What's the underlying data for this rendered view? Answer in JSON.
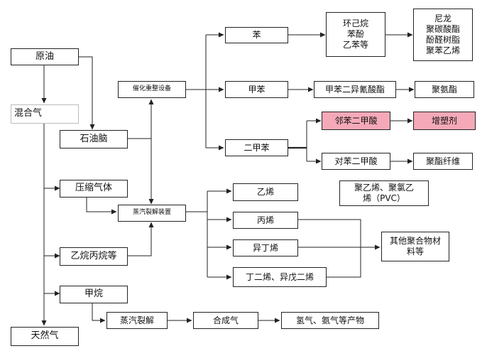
{
  "nodes": {
    "crude_oil": "原油",
    "mixed_gas": "混合气",
    "naphtha": "石油脑",
    "compressed_gas": "压缩气体",
    "ethane_propane": "乙烷丙烷等",
    "methane": "甲烷",
    "natural_gas": "天然气",
    "reforming_unit": "催化重整设备",
    "steam_cracker": "蒸汽裂解装置",
    "benzene": "苯",
    "toluene": "甲苯",
    "xylene": "二甲苯",
    "cyclohexane_group": "环己烷\n苯酚\n乙苯等",
    "nylon_group": "尼龙\n聚碳酸酯\n酚醛树脂\n聚苯乙烯",
    "tdi": "甲苯二异氰酸酯",
    "polyurethane": "聚氨酯",
    "phthalic_acid": "邻苯二甲酸",
    "plasticizer": "增塑剂",
    "terephthalic_acid": "对苯二甲酸",
    "polyester_fiber": "聚酯纤维",
    "pe_pvc": "聚乙烯、聚氯乙\n烯（PVC）",
    "ethylene": "乙烯",
    "propylene": "丙烯",
    "isobutylene": "异丁烯",
    "butadiene": "丁二烯、异戊二烯",
    "other_polymers": "其他聚合物材\n料等",
    "steam_cracking": "蒸汽裂解",
    "syngas": "合成气",
    "hydrogen_products": "氢气、氨气等产物"
  },
  "colors": {
    "highlight": "#f5a9b8",
    "line": "#222222"
  }
}
